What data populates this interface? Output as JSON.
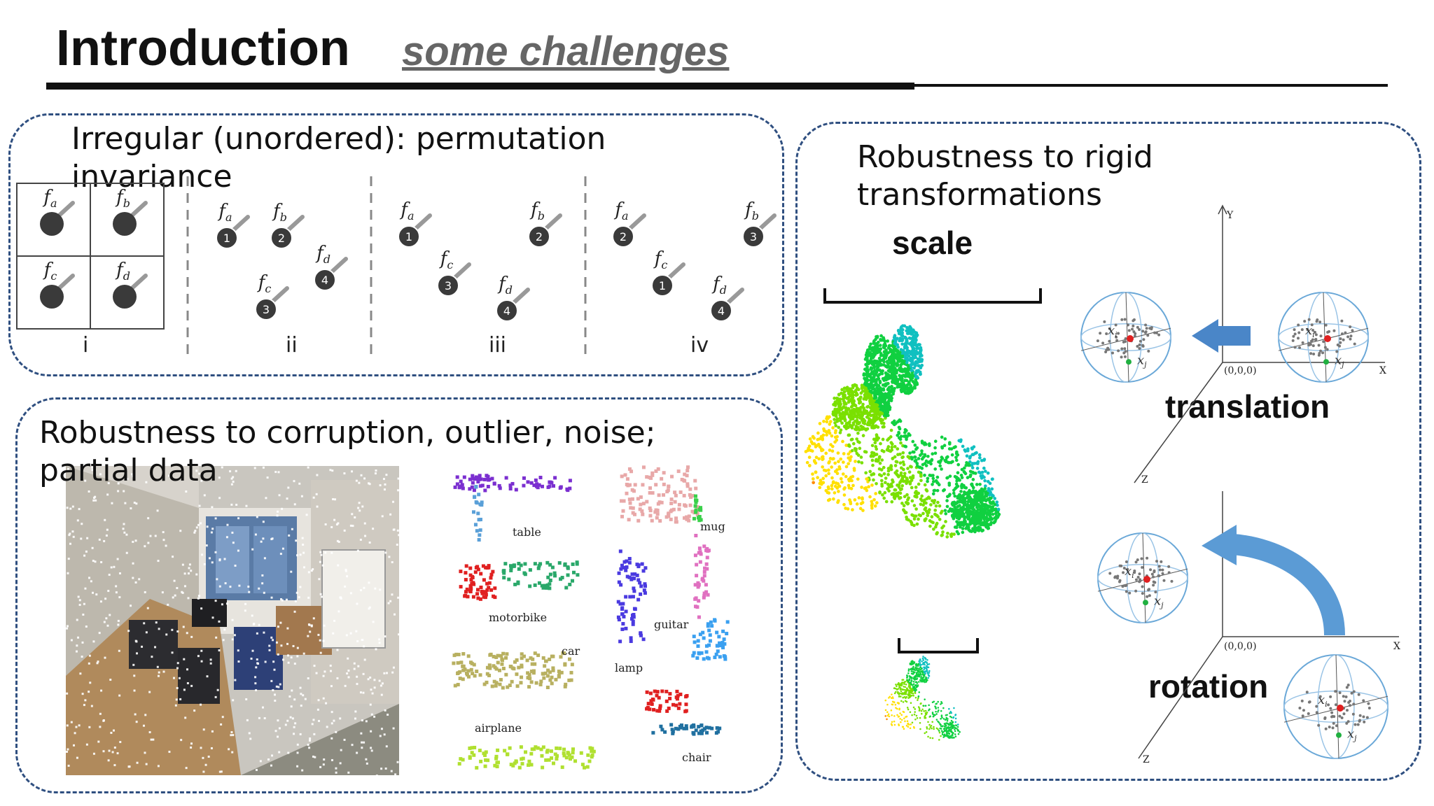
{
  "slide": {
    "title": "Introduction",
    "subtitle": "some challenges"
  },
  "permutation": {
    "heading": "Irregular (unordered): permutation invariance",
    "panels": [
      "i",
      "ii",
      "iii",
      "iv"
    ],
    "features": [
      "f",
      "a",
      "b",
      "c",
      "d"
    ],
    "numbers": [
      "1",
      "2",
      "3",
      "4"
    ]
  },
  "corruption": {
    "heading": "Robustness to corruption, outlier, noise; partial data",
    "object_labels": [
      "table",
      "mug",
      "motorbike",
      "guitar",
      "car",
      "lamp",
      "airplane",
      "chair"
    ]
  },
  "rigid": {
    "heading": "Robustness to rigid transformations",
    "scale_label": "scale",
    "translation_label": "translation",
    "rotation_label": "rotation",
    "axis_labels": [
      "Y",
      "X",
      "Z",
      "(0,0,0)"
    ],
    "point_labels": [
      "x",
      "i",
      "j"
    ]
  },
  "colors": {
    "frame": "#2f4f80",
    "arrow": "#4a86c8",
    "node": "#3a3a3a",
    "grey_text": "#666666"
  }
}
